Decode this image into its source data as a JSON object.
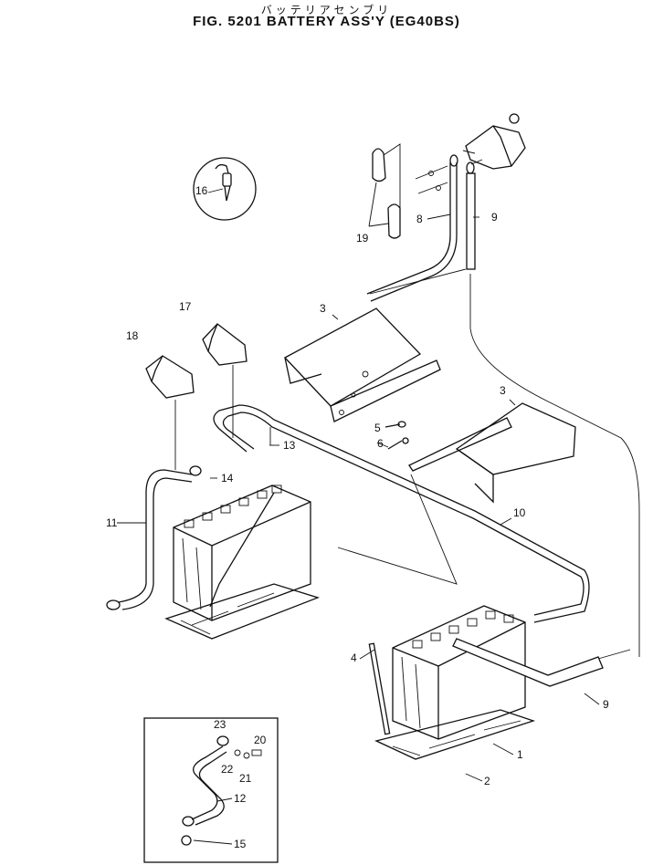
{
  "header": {
    "japanese_title": "バッテリアセンブリ",
    "figure_title": "FIG. 5201  BATTERY ASS'Y (EG40BS)"
  },
  "callouts": [
    "1",
    "2",
    "3",
    "3",
    "4",
    "5",
    "6",
    "8",
    "9",
    "9",
    "10",
    "11",
    "12",
    "13",
    "14",
    "15",
    "16",
    "17",
    "18",
    "19",
    "20",
    "21",
    "22",
    "23"
  ]
}
